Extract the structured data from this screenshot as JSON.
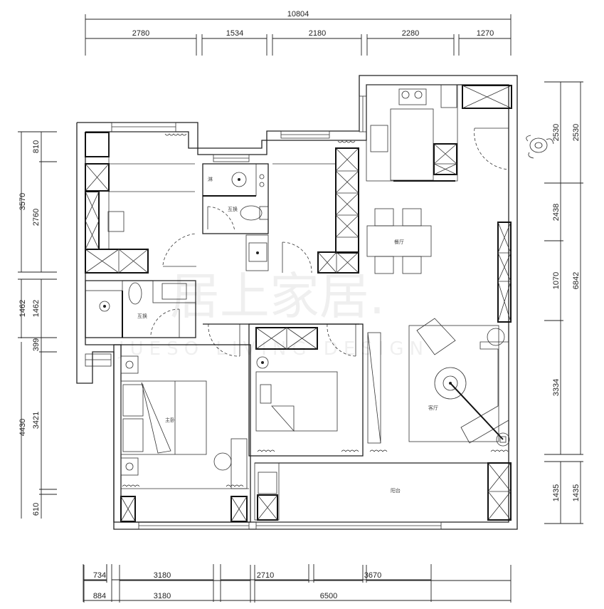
{
  "plan": {
    "rooms": {
      "master_bedroom": "主卧",
      "dining": "餐厅",
      "living": "客厅",
      "balcony": "阳台",
      "shower": "淋",
      "bath_upper": "互换",
      "bath_lower": "互换"
    },
    "watermark": {
      "cn": "居上家居.",
      "en": "JUESO LIVING DESIGN"
    }
  },
  "dimensions": {
    "top_total": "10804",
    "top": [
      "2780",
      "1534",
      "2180",
      "2280",
      "1270"
    ],
    "bottom_row1": [
      "734",
      "3180",
      "2710",
      "3670"
    ],
    "bottom_row2": [
      "884",
      "3180",
      "6500"
    ],
    "left_outer": [
      "3570",
      "1462",
      "4430"
    ],
    "left_inner": [
      "810",
      "2760",
      "1462",
      "399",
      "3421",
      "610"
    ],
    "right_inner": [
      "2530",
      "2438",
      "1070",
      "3334",
      "1435"
    ],
    "right_outer": [
      "2530",
      "6842",
      "1435"
    ]
  }
}
